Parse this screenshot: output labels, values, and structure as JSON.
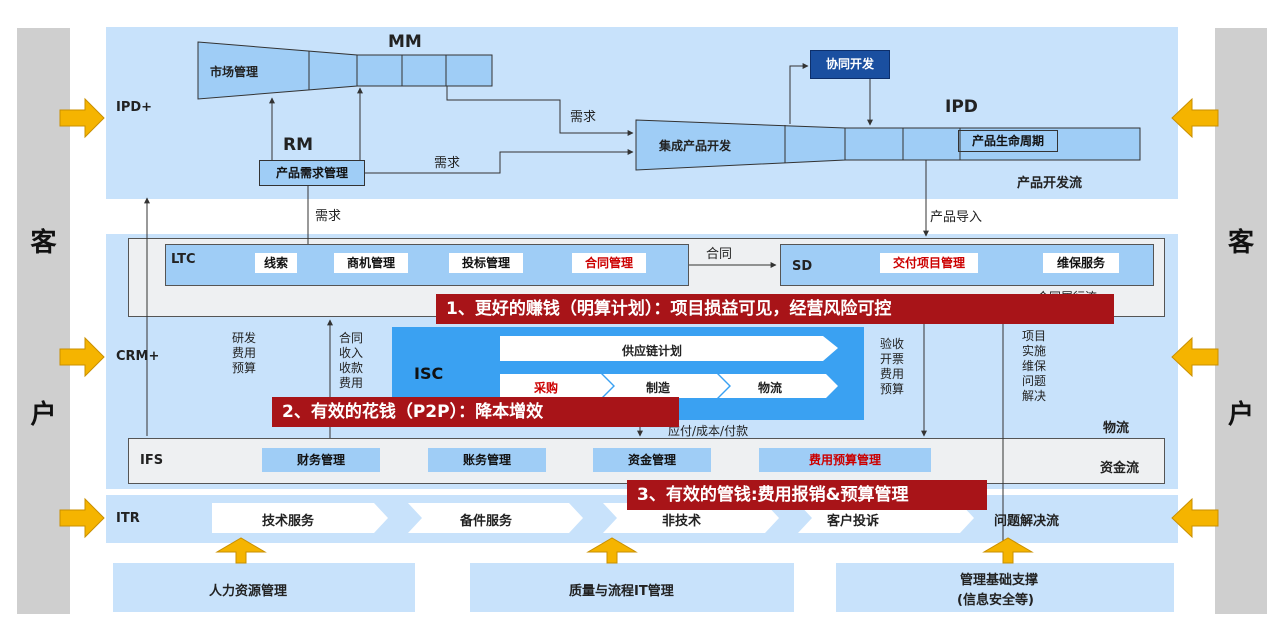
{
  "customer": {
    "left": [
      "客",
      "户"
    ],
    "right": [
      "客",
      "户"
    ]
  },
  "ipd_section": {
    "ipd_plus": "IPD+",
    "mm": "MM",
    "market_mgmt": "市场管理",
    "rm": "RM",
    "product_req_mgmt": "产品需求管理",
    "req_1": "需求",
    "req_2": "需求",
    "req_3": "需求",
    "collab_dev": "协同开发",
    "integrated_dev": "集成产品开发",
    "ipd": "IPD",
    "lifecycle": "产品生命周期",
    "dev_flow": "产品开发流",
    "product_intro": "产品导入"
  },
  "crm_section": {
    "crm_plus": "CRM+",
    "ltc": "LTC",
    "ltc_items": [
      "线索",
      "商机管理",
      "投标管理",
      "合同管理"
    ],
    "contract": "合同",
    "sd": "SD",
    "sd_items": [
      "交付项目管理",
      "维保服务"
    ],
    "contract_flow": "合同履行流",
    "rd_budget": [
      "研发",
      "费用",
      "预算"
    ],
    "contract_income": [
      "合同",
      "收入",
      "收款",
      "费用"
    ],
    "isc": "ISC",
    "supply_plan": "供应链计划",
    "purchase": "采购",
    "manufacturing": "制造",
    "logistics": "物流",
    "acceptance": [
      "验收",
      "开票",
      "费用",
      "预算"
    ],
    "project_impl": [
      "项目",
      "实施",
      "维保",
      "问题",
      "解决"
    ],
    "logistics_flow": "物流",
    "payment": "应付/成本/付款",
    "ifs": "IFS",
    "ifs_items": [
      "财务管理",
      "账务管理",
      "资金管理",
      "费用预算管理"
    ],
    "capital_flow": "资金流"
  },
  "itr_section": {
    "itr": "ITR",
    "items": [
      "技术服务",
      "备件服务",
      "非技术",
      "客户投诉"
    ],
    "problem_flow": "问题解决流"
  },
  "support": {
    "hr": "人力资源管理",
    "quality": "质量与流程IT管理",
    "infra": "管理基础支撑",
    "infra_sub": "(信息安全等)"
  },
  "banners": {
    "b1": "1、更好的赚钱（明算计划）：项目损益可见，经营风险可控",
    "b2": "2、有效的花钱（P2P）：降本增效",
    "b3": "3、有效的管钱:费用报销&预算管理"
  },
  "colors": {
    "band": "#c8e2fb",
    "blue": "#9fcdf6",
    "isc": "#3aa1f2",
    "red": "#a81418",
    "arrow": "#f5b400",
    "navy": "#1a4fa0"
  }
}
